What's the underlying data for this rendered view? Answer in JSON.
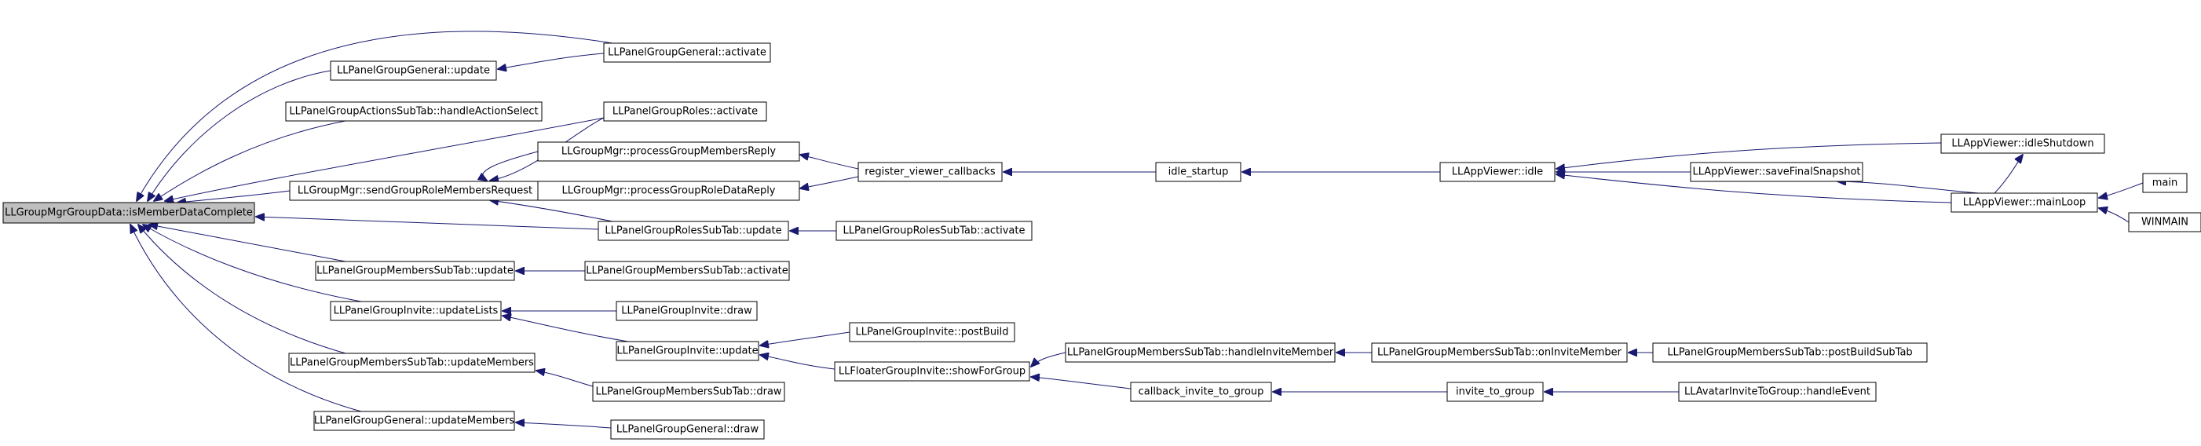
{
  "graph": {
    "edge_color": "#191970",
    "root_fill": "#bfbfbf",
    "nodes": [
      {
        "id": "n0",
        "label": "LLGroupMgrGroupData::isMemberDataComplete"
      },
      {
        "id": "n1",
        "label": "LLPanelGroupGeneral::update"
      },
      {
        "id": "n2",
        "label": "LLPanelGroupGeneral::activate"
      },
      {
        "id": "n3",
        "label": "LLPanelGroupActionsSubTab::handleActionSelect"
      },
      {
        "id": "n4",
        "label": "LLPanelGroupRoles::activate"
      },
      {
        "id": "n5",
        "label": "LLGroupMgr::processGroupMembersReply"
      },
      {
        "id": "n6",
        "label": "LLGroupMgr::sendGroupRoleMembersRequest"
      },
      {
        "id": "n7",
        "label": "LLGroupMgr::processGroupRoleDataReply"
      },
      {
        "id": "n8",
        "label": "register_viewer_callbacks"
      },
      {
        "id": "n9",
        "label": "idle_startup"
      },
      {
        "id": "n10",
        "label": "LLAppViewer::idle"
      },
      {
        "id": "n11",
        "label": "LLAppViewer::idleShutdown"
      },
      {
        "id": "n12",
        "label": "LLAppViewer::saveFinalSnapshot"
      },
      {
        "id": "n13",
        "label": "LLAppViewer::mainLoop"
      },
      {
        "id": "n14",
        "label": "main"
      },
      {
        "id": "n15",
        "label": "WINMAIN"
      },
      {
        "id": "n16",
        "label": "LLPanelGroupRolesSubTab::update"
      },
      {
        "id": "n17",
        "label": "LLPanelGroupRolesSubTab::activate"
      },
      {
        "id": "n18",
        "label": "LLPanelGroupMembersSubTab::update"
      },
      {
        "id": "n19",
        "label": "LLPanelGroupMembersSubTab::activate"
      },
      {
        "id": "n20",
        "label": "LLPanelGroupInvite::updateLists"
      },
      {
        "id": "n21",
        "label": "LLPanelGroupInvite::draw"
      },
      {
        "id": "n22",
        "label": "LLPanelGroupInvite::update"
      },
      {
        "id": "n23",
        "label": "LLPanelGroupInvite::postBuild"
      },
      {
        "id": "n24",
        "label": "LLPanelGroupMembersSubTab::handleInviteMember"
      },
      {
        "id": "n25",
        "label": "LLPanelGroupMembersSubTab::onInviteMember"
      },
      {
        "id": "n26",
        "label": "LLPanelGroupMembersSubTab::postBuildSubTab"
      },
      {
        "id": "n27",
        "label": "LLFloaterGroupInvite::showForGroup"
      },
      {
        "id": "n28",
        "label": "callback_invite_to_group"
      },
      {
        "id": "n29",
        "label": "invite_to_group"
      },
      {
        "id": "n30",
        "label": "LLAvatarInviteToGroup::handleEvent"
      },
      {
        "id": "n31",
        "label": "LLPanelGroupMembersSubTab::updateMembers"
      },
      {
        "id": "n32",
        "label": "LLPanelGroupMembersSubTab::draw"
      },
      {
        "id": "n33",
        "label": "LLPanelGroupGeneral::updateMembers"
      },
      {
        "id": "n34",
        "label": "LLPanelGroupGeneral::draw"
      }
    ],
    "edges": [
      {
        "from": "n1",
        "to": "n0"
      },
      {
        "from": "n2",
        "to": "n0"
      },
      {
        "from": "n2",
        "to": "n1"
      },
      {
        "from": "n3",
        "to": "n0"
      },
      {
        "from": "n4",
        "to": "n0"
      },
      {
        "from": "n4",
        "to": "n6"
      },
      {
        "from": "n6",
        "to": "n0"
      },
      {
        "from": "n5",
        "to": "n6"
      },
      {
        "from": "n7",
        "to": "n6"
      },
      {
        "from": "n16",
        "to": "n6"
      },
      {
        "from": "n8",
        "to": "n5"
      },
      {
        "from": "n8",
        "to": "n7"
      },
      {
        "from": "n9",
        "to": "n8"
      },
      {
        "from": "n10",
        "to": "n9"
      },
      {
        "from": "n11",
        "to": "n10"
      },
      {
        "from": "n12",
        "to": "n10"
      },
      {
        "from": "n13",
        "to": "n10"
      },
      {
        "from": "n13",
        "to": "n11"
      },
      {
        "from": "n13",
        "to": "n12"
      },
      {
        "from": "n14",
        "to": "n13"
      },
      {
        "from": "n15",
        "to": "n13"
      },
      {
        "from": "n16",
        "to": "n0"
      },
      {
        "from": "n17",
        "to": "n16"
      },
      {
        "from": "n18",
        "to": "n0"
      },
      {
        "from": "n19",
        "to": "n18"
      },
      {
        "from": "n20",
        "to": "n0"
      },
      {
        "from": "n21",
        "to": "n20"
      },
      {
        "from": "n22",
        "to": "n20"
      },
      {
        "from": "n23",
        "to": "n22"
      },
      {
        "from": "n27",
        "to": "n22"
      },
      {
        "from": "n24",
        "to": "n27"
      },
      {
        "from": "n25",
        "to": "n24"
      },
      {
        "from": "n26",
        "to": "n25"
      },
      {
        "from": "n28",
        "to": "n27"
      },
      {
        "from": "n29",
        "to": "n28"
      },
      {
        "from": "n30",
        "to": "n29"
      },
      {
        "from": "n31",
        "to": "n0"
      },
      {
        "from": "n32",
        "to": "n31"
      },
      {
        "from": "n33",
        "to": "n0"
      },
      {
        "from": "n34",
        "to": "n33"
      }
    ]
  }
}
